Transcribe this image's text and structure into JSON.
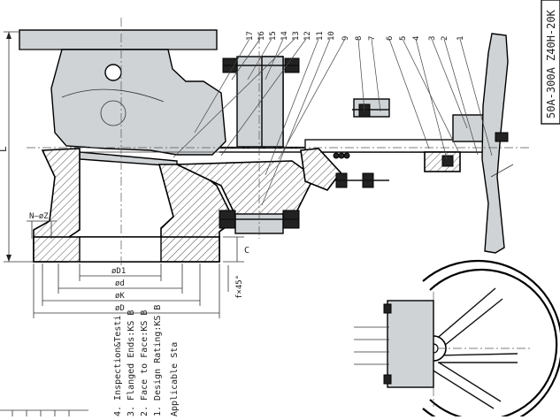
{
  "title_block": {
    "model_text": "50A-300A Z40H-20K"
  },
  "part_numbers": [
    "17",
    "16",
    "15",
    "14",
    "13",
    "12",
    "11",
    "10",
    "9",
    "8",
    "7",
    "6",
    "5",
    "4",
    "3",
    "2",
    "1"
  ],
  "dimensions": {
    "nz": "N–øZ",
    "d1": "øD1",
    "d": "ød",
    "k": "øK",
    "D": "øD",
    "L": "L",
    "C": "C",
    "f": "f×45°"
  },
  "notes": {
    "heading": "Applicable Sta",
    "items": [
      "1. Design Rating:KS B",
      "2. Face to Face:KS B",
      "3. Flanged Ends:KS B",
      "4. Inspection&Testi"
    ]
  }
}
